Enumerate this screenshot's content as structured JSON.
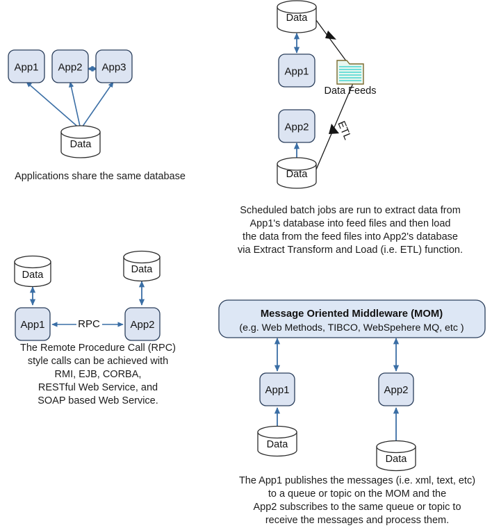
{
  "page": {
    "title": "Application Integration Styles",
    "background": "#ffffff"
  },
  "colors": {
    "app_fill": "#dce4f2",
    "app_stroke": "#2b3f5c",
    "cylinder_fill": "#ffffff",
    "cylinder_stroke": "#2b2b2b",
    "arrow_blue": "#3a6ea5",
    "arrow_black": "#141414",
    "mom_fill": "#dde7f5",
    "mom_stroke": "#2b3f5c",
    "feeds_fill": "#e8f7ef",
    "feeds_line": "#45d6d0",
    "feeds_stroke": "#7a6a2e",
    "text": "#1a1a1a"
  },
  "panels": {
    "shared_database": {
      "caption": "Applications share the same database",
      "apps": [
        {
          "id": "app1",
          "label": "App1"
        },
        {
          "id": "app2",
          "label": "App2"
        },
        {
          "id": "app3",
          "label": "App3"
        }
      ],
      "datastores": [
        {
          "id": "data",
          "label": "Data"
        }
      ],
      "edges": [
        {
          "from": "data",
          "to": "app1",
          "label": "",
          "style": "single"
        },
        {
          "from": "data",
          "to": "app2",
          "label": "",
          "style": "single"
        },
        {
          "from": "data",
          "to": "app3",
          "label": "",
          "style": "single"
        },
        {
          "from": "app2",
          "to": "app3",
          "label": "",
          "style": "double"
        }
      ]
    },
    "file_transfer_etl": {
      "caption": "Scheduled batch jobs are run to extract data from\nApp1's database into feed files and then load\nthe data from the  feed files into App2's database\nvia Extract Transform and Load (i.e. ETL) function.",
      "apps": [
        {
          "id": "app1",
          "label": "App1"
        },
        {
          "id": "app2",
          "label": "App2"
        }
      ],
      "datastores": [
        {
          "id": "data_top",
          "label": "Data"
        },
        {
          "id": "data_bottom",
          "label": "Data"
        }
      ],
      "artifact": {
        "id": "data_feeds",
        "label": "Data Feeds",
        "icon": "file-folder-icon"
      },
      "edges": [
        {
          "from": "data_top",
          "to": "app1",
          "label": "",
          "style": "double"
        },
        {
          "from": "app2",
          "to": "data_bottom",
          "label": "",
          "style": "double"
        },
        {
          "from": "data_top",
          "to": "data_feeds",
          "label": "",
          "style": "single"
        },
        {
          "from": "data_feeds",
          "to": "data_bottom",
          "label": "ETL",
          "style": "single"
        }
      ]
    },
    "rpc": {
      "caption": "The Remote Procedure Call (RPC)\nstyle calls can be achieved with\nRMI, EJB, CORBA,\nRESTful Web Service, and\nSOAP based Web Service.",
      "apps": [
        {
          "id": "app1",
          "label": "App1"
        },
        {
          "id": "app2",
          "label": "App2"
        }
      ],
      "datastores": [
        {
          "id": "data_left",
          "label": "Data"
        },
        {
          "id": "data_right",
          "label": "Data"
        }
      ],
      "edges": [
        {
          "from": "data_left",
          "to": "app1",
          "label": "",
          "style": "double"
        },
        {
          "from": "data_right",
          "to": "app2",
          "label": "",
          "style": "double"
        },
        {
          "from": "app1",
          "to": "app2",
          "label": "RPC",
          "style": "double"
        }
      ]
    },
    "mom": {
      "caption": "The App1 publishes the messages (i.e. xml, text, etc)\nto a queue or topic on the MOM and the\nApp2 subscribes to the same queue or topic to\nreceive the messages and process them.",
      "middleware": {
        "id": "mom",
        "title": "Message Oriented Middleware (MOM)",
        "subtitle": "(e.g. Web Methods, TIBCO, WebSpehere MQ, etc )"
      },
      "apps": [
        {
          "id": "app1",
          "label": "App1"
        },
        {
          "id": "app2",
          "label": "App2"
        }
      ],
      "datastores": [
        {
          "id": "data_left",
          "label": "Data"
        },
        {
          "id": "data_right",
          "label": "Data"
        }
      ],
      "edges": [
        {
          "from": "app1",
          "to": "mom",
          "label": "",
          "style": "double"
        },
        {
          "from": "app2",
          "to": "mom",
          "label": "",
          "style": "double"
        },
        {
          "from": "app1",
          "to": "data_left",
          "label": "",
          "style": "double"
        },
        {
          "from": "app2",
          "to": "data_right",
          "label": "",
          "style": "double"
        }
      ]
    }
  }
}
